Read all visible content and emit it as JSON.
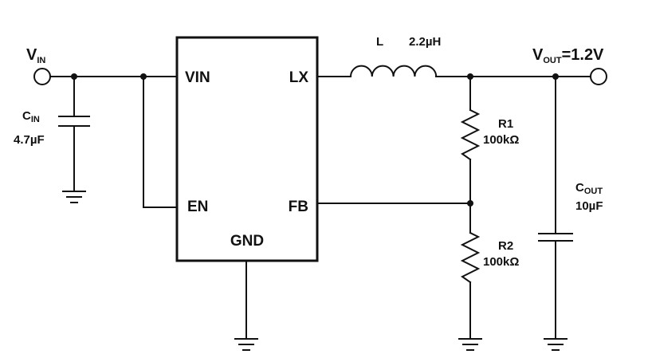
{
  "ic": {
    "pins": {
      "vin": "VIN",
      "lx": "LX",
      "en": "EN",
      "fb": "FB",
      "gnd": "GND"
    }
  },
  "vin_terminal": {
    "main": "V",
    "sub": "IN"
  },
  "vout_terminal": {
    "main": "V",
    "sub": "OUT",
    "value": "=1.2V"
  },
  "cin": {
    "main": "C",
    "sub": "IN",
    "value": "4.7µF"
  },
  "cout": {
    "main": "C",
    "sub": "OUT",
    "value": "10µF"
  },
  "inductor": {
    "ref": "L",
    "value": "2.2µH"
  },
  "r1": {
    "ref": "R1",
    "value": "100kΩ"
  },
  "r2": {
    "ref": "R2",
    "value": "100kΩ"
  }
}
